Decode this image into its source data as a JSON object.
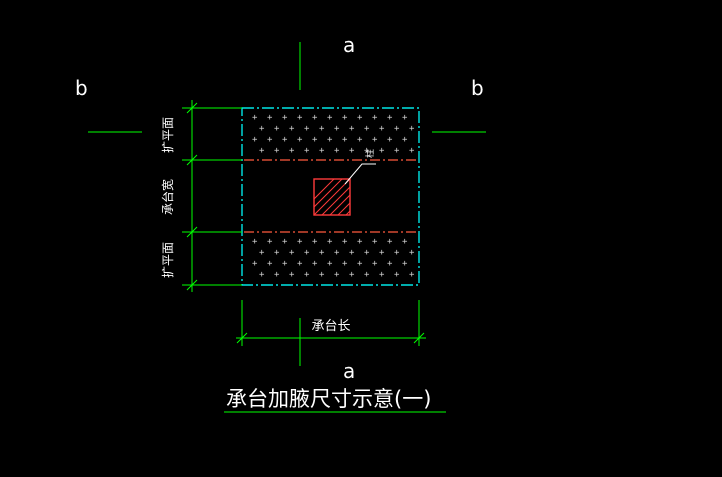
{
  "labels": {
    "a_top": "a",
    "a_bottom": "a",
    "b_left": "b",
    "b_right": "b"
  },
  "dims": {
    "left_top": "扩平面",
    "left_mid": "承台宽",
    "left_bottom": "扩平面",
    "bottom": "承台长",
    "column_tag": "柱"
  },
  "caption": "承台加腋尺寸示意(一)",
  "colors": {
    "background": "#000000",
    "dimension": "#00ff00",
    "outline": "#00e5e5",
    "haunch_line": "#ff5a3c",
    "column": "#ff3b3b",
    "text": "#ffffff",
    "fill_marks": "#cfcfcf",
    "leader": "#ffffff"
  }
}
